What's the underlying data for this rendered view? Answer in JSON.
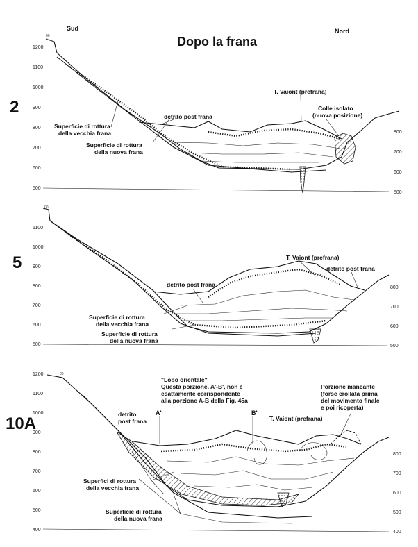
{
  "title": "Dopo la frana",
  "orientation": {
    "south": "Sud",
    "north": "Nord"
  },
  "sections": [
    {
      "id": "2",
      "left_ticks": [
        "1200",
        "1100",
        "1000",
        "900",
        "800",
        "700",
        "600",
        "500"
      ],
      "right_ticks": [
        "800",
        "700",
        "600",
        "500"
      ],
      "top_marker": "00",
      "labels": {
        "post_slide_debris": "detrito post frana",
        "old_surface_1": "Superficie di rottura",
        "old_surface_2": "della vecchia frana",
        "new_surface_1": "Superficie di rottura",
        "new_surface_2": "della nuova frana",
        "vaiont": "T. Vaiont (prefrana)",
        "colle_1": "Colle isolato",
        "colle_2": "(nuova posizione)"
      }
    },
    {
      "id": "5",
      "left_ticks": [
        "1100",
        "1000",
        "900",
        "800",
        "700",
        "600",
        "500"
      ],
      "right_ticks": [
        "800",
        "700",
        "600",
        "500"
      ],
      "top_marker": "00",
      "labels": {
        "vaiont": "T. Vaiont (prefrana)",
        "post_slide_debris_right": "detrito post frana",
        "post_slide_debris_center": "detrito post frana",
        "old_surface_1": "Superficie di rottura",
        "old_surface_2": "della vecchia frana",
        "new_surface_1": "Superficie di rottura",
        "new_surface_2": "della nuova frana"
      }
    },
    {
      "id": "10A",
      "left_ticks": [
        "1200",
        "1100",
        "1000",
        "900",
        "800",
        "700",
        "600",
        "500",
        "400"
      ],
      "right_ticks": [
        "800",
        "700",
        "600",
        "500",
        "400"
      ],
      "top_marker": "00",
      "labels": {
        "lobo_1": "\"Lobo orientale\"",
        "lobo_2": "Questa porzione, A'-B', non è",
        "lobo_3": "esattamente corrispondente",
        "lobo_4": "alla porzione A-B della Fig. 45a",
        "missing_1": "Porzione mancante",
        "missing_2": "(forse crollata prima",
        "missing_3": "del movimento finale",
        "missing_4": "e poi ricoperta)",
        "debris_1": "detrito",
        "debris_2": "post frana",
        "a_prime": "A'",
        "b_prime": "B'",
        "vaiont": "T. Vaiont (prefrana)",
        "old_surfaces_1": "Superfici di rottura",
        "old_surfaces_2": "della vecchia frana",
        "new_surface_1": "Superficie di rottura",
        "new_surface_2": "della nuova frana"
      }
    }
  ]
}
